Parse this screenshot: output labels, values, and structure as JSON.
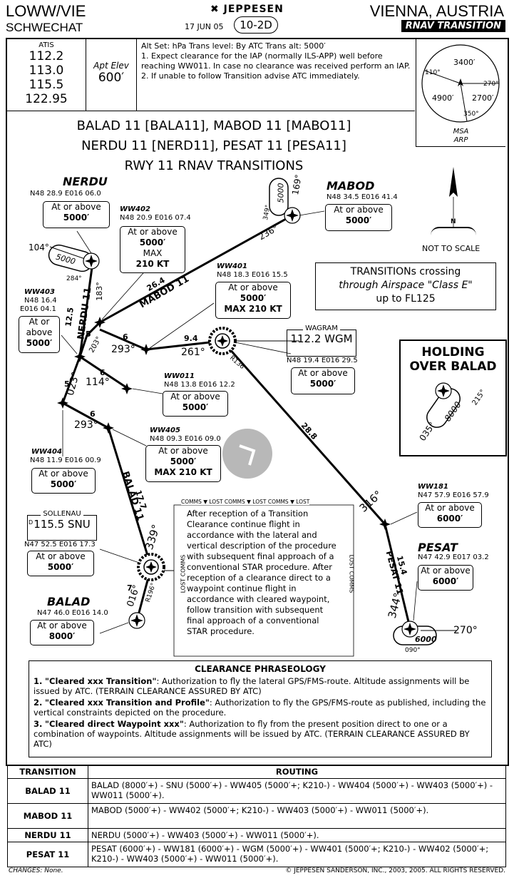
{
  "header": {
    "airport_code": "LOWW/VIE",
    "airport_name": "SCHWECHAT",
    "brand": "JEPPESEN",
    "date": "17 JUN 05",
    "chart_id": "10-2D",
    "city": "VIENNA, AUSTRIA",
    "chart_type": "RNAV TRANSITION"
  },
  "info": {
    "atis_label": "ATIS",
    "atis_freqs": [
      "112.2",
      "113.0",
      "115.5",
      "122.95"
    ],
    "apt_elev_label": "Apt Elev",
    "apt_elev": "600′",
    "alt_line": "Alt Set: hPa   Trans level: By ATC   Trans alt: 5000′",
    "note1": "1. Expect clearance for the IAP (normally ILS-APP) well before reaching WW011. In case no clearance was received perform an IAP.",
    "note2": "2. If unable to follow Transition advise ATC immediately.",
    "msa": {
      "a": "3400′",
      "b": "4900′",
      "c": "2700′",
      "r110": "110°",
      "r270": "270°",
      "r350": "350°",
      "label1": "MSA",
      "label2": "ARP"
    }
  },
  "titles": {
    "line1": "BALAD 11 [BALA11], MABOD 11 [MABO11]",
    "line2": "NERDU 11 [NERD11], PESAT 11 [PESA11]",
    "line3": "RWY 11 RNAV TRANSITIONS"
  },
  "map": {
    "not_to_scale": "NOT TO SCALE",
    "north": "N",
    "class_e": [
      "TRANSITIONs crossing",
      "through Airspace \"Class E\"",
      "up to FL125"
    ],
    "holding_title": [
      "HOLDING",
      "OVER BALAD"
    ],
    "holding_alt": "8000",
    "holding_in": "035°",
    "holding_out": "215°",
    "nerdu": {
      "name": "NERDU",
      "coord": "N48 28.9 E016 06.0",
      "alt1": "At or above",
      "alt2": "5000′",
      "hold": "5000",
      "r104": "104°",
      "r284": "284°",
      "r183": "183°"
    },
    "mabod": {
      "name": "MABOD",
      "coord": "N48 34.5 E016 41.4",
      "alt1": "At or above",
      "alt2": "5000′",
      "hold": "5000",
      "r169": "169°",
      "r349": "349°",
      "r236": "236°"
    },
    "ww402": {
      "name": "WW402",
      "coord": "N48 20.9 E016 07.4",
      "alt1": "At or above",
      "alt2": "5000′",
      "max": "MAX",
      "kt": "210 KT"
    },
    "ww401": {
      "name": "WW401",
      "coord": "N48 18.3 E016 15.5",
      "alt1": "At or above",
      "alt2": "5000′",
      "max": "MAX 210 KT"
    },
    "ww403": {
      "name": "WW403",
      "coord1": "N48 16.4",
      "coord2": "E016 04.1",
      "alt1": "At or",
      "alt1b": "above",
      "alt2": "5000′"
    },
    "wagram": {
      "name": "WAGRAM",
      "freq": "112.2 WGM",
      "coord": "N48 19.4 E016 29.5",
      "alt1": "At or above",
      "alt2": "5000′"
    },
    "ww011": {
      "name": "WW011",
      "coord": "N48 13.8 E016 12.2",
      "alt1": "At or above",
      "alt2": "5000′"
    },
    "ww405": {
      "name": "WW405",
      "coord": "N48 09.3 E016 09.0",
      "alt1": "At or above",
      "alt2": "5000′",
      "max": "MAX 210 KT"
    },
    "ww404": {
      "name": "WW404",
      "coord": "N48 11.9 E016 00.9",
      "alt1": "At or above",
      "alt2": "5000′"
    },
    "sollenau": {
      "name": "SOLLENAU",
      "freq": "115.5 SNU",
      "coord": "N47 52.5 E016 17.3",
      "alt1": "At or above",
      "alt2": "5000′",
      "d": "D"
    },
    "ww181": {
      "name": "WW181",
      "coord": "N47 57.9 E016 57.9",
      "alt1": "At or above",
      "alt2": "6000′"
    },
    "pesat": {
      "name": "PESAT",
      "coord": "N47 42.9 E017 03.2",
      "alt1": "At or above",
      "alt2": "6000′",
      "hold": "6000",
      "r270": "270°",
      "r090": "090°"
    },
    "balad": {
      "name": "BALAD",
      "coord": "N47 46.0 E016 14.0",
      "alt1": "At or above",
      "alt2": "8000′"
    },
    "legs": {
      "mabod11": "MABOD 11",
      "d264": "26.4",
      "nerdu11": "NERDU 11",
      "d125": "12.5",
      "d94": "9.4",
      "r261": "261°",
      "r293a": "293°",
      "r203": "203°",
      "r114": "114°",
      "r023": "023°",
      "r293b": "293°",
      "d6a": "6",
      "d6b": "6",
      "d6c": "6",
      "d5a": "5",
      "d5b": "5",
      "r136": "R136°",
      "d288": "28.8",
      "r316": "316°",
      "balad11": "BALAD 11",
      "d177": "17.7",
      "r339": "339°",
      "r016": "016°",
      "r196": "R196°",
      "d7": "7",
      "pesat11": "PESAT 11",
      "d154": "15.4",
      "r344": "344°"
    },
    "lost": {
      "top": "COMMS ▼ LOST COMMS ▼ LOST COMMS ▼ LOST",
      "side": "LOST COMMS",
      "text": "After reception of a Transition Clearance continue flight in accordance with the lateral and vertical description of the procedure with subsequent final approach of a conventional STAR procedure. After reception of a clearance direct to a waypoint continue flight in accordance with cleared waypoint, follow transition with subsequent final approach of a conventional STAR procedure."
    }
  },
  "phraseology": {
    "title": "CLEARANCE PHRASEOLOGY",
    "items": [
      {
        "num": "1.",
        "head": "\"Cleared xxx Transition\"",
        "body": ": Authorization to fly the lateral GPS/FMS-route. Altitude assignments will be issued by ATC. (TERRAIN CLEARANCE ASSURED BY ATC)"
      },
      {
        "num": "2.",
        "head": "\"Cleared xxx Transition and Profile\"",
        "body": ": Authorization to fly the GPS/FMS-route as published, including the vertical constraints depicted on the procedure."
      },
      {
        "num": "3.",
        "head": "\"Cleared direct Waypoint xxx\"",
        "body": ": Authorization to fly from the present position direct to one or a combination of waypoints. Altitude assignments will be issued by ATC. (TERRAIN CLEARANCE ASSURED BY ATC)"
      }
    ]
  },
  "routing": {
    "col1": "TRANSITION",
    "col2": "ROUTING",
    "rows": [
      {
        "name": "BALAD 11",
        "route": "BALAD (8000′+) - SNU (5000′+) - WW405 (5000′+; K210-) - WW404 (5000′+) - WW403 (5000′+) - WW011 (5000′+)."
      },
      {
        "name": "MABOD 11",
        "route": "MABOD (5000′+) - WW402 (5000′+; K210-) - WW403 (5000′+) - WW011 (5000′+)."
      },
      {
        "name": "NERDU 11",
        "route": "NERDU (5000′+) - WW403 (5000′+) - WW011 (5000′+)."
      },
      {
        "name": "PESAT 11",
        "route": "PESAT (6000′+) - WW181 (6000′+) - WGM (5000′+) - WW401 (5000′+; K210-) - WW402 (5000′+; K210-) - WW403 (5000′+) - WW011 (5000′+)."
      }
    ]
  },
  "footer": {
    "changes": "CHANGES: None.",
    "copyright": "© JEPPESEN SANDERSON, INC., 2003, 2005. ALL RIGHTS RESERVED."
  }
}
